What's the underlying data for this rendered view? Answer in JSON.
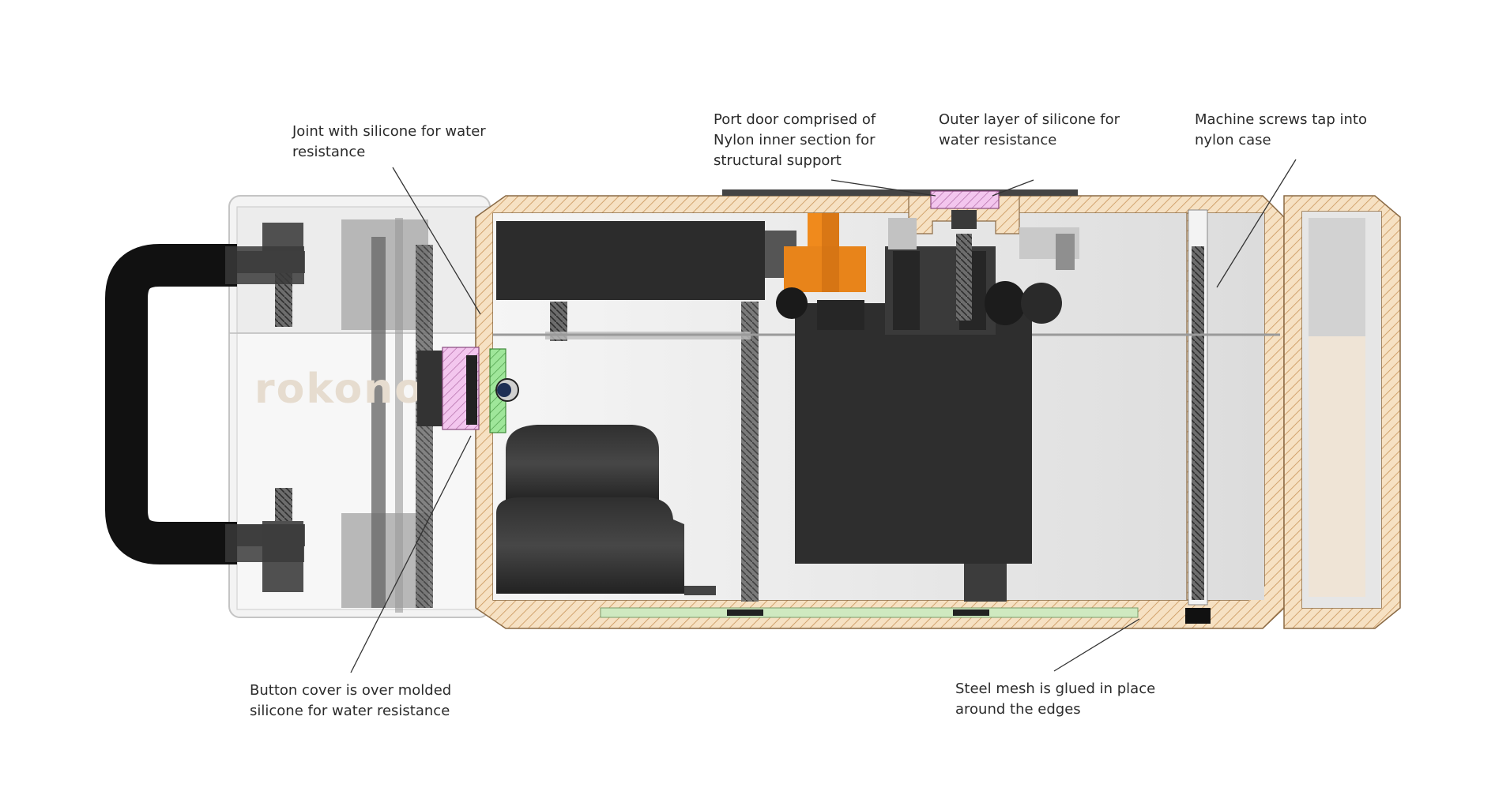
{
  "diagram": {
    "brand_text": "rokono",
    "callouts": [
      {
        "id": "joint",
        "lines": [
          "Joint with silicone for water",
          "resistance"
        ]
      },
      {
        "id": "port-door",
        "lines": [
          "Port door comprised of",
          "Nylon inner section for",
          "structural support"
        ]
      },
      {
        "id": "outer-silicone",
        "lines": [
          "Outer layer of silicone for",
          "water resistance"
        ]
      },
      {
        "id": "machine-screws",
        "lines": [
          "Machine screws tap into",
          "nylon case"
        ]
      },
      {
        "id": "button-cover",
        "lines": [
          "Button cover is over molded",
          "silicone for water resistance"
        ]
      },
      {
        "id": "steel-mesh",
        "lines": [
          "Steel mesh is glued in place",
          "around the edges"
        ]
      }
    ],
    "colors": {
      "nylon_hatch_fill": "#f6e1c3",
      "nylon_hatch_line": "#c9955a",
      "silicone_pink": "#f3c6ee",
      "button_green": "#9fe69a",
      "mesh_green": "#cfe9c0",
      "port_orange": "#e8841a",
      "dark_part": "#2a2a2a",
      "handle": "#111111"
    }
  }
}
